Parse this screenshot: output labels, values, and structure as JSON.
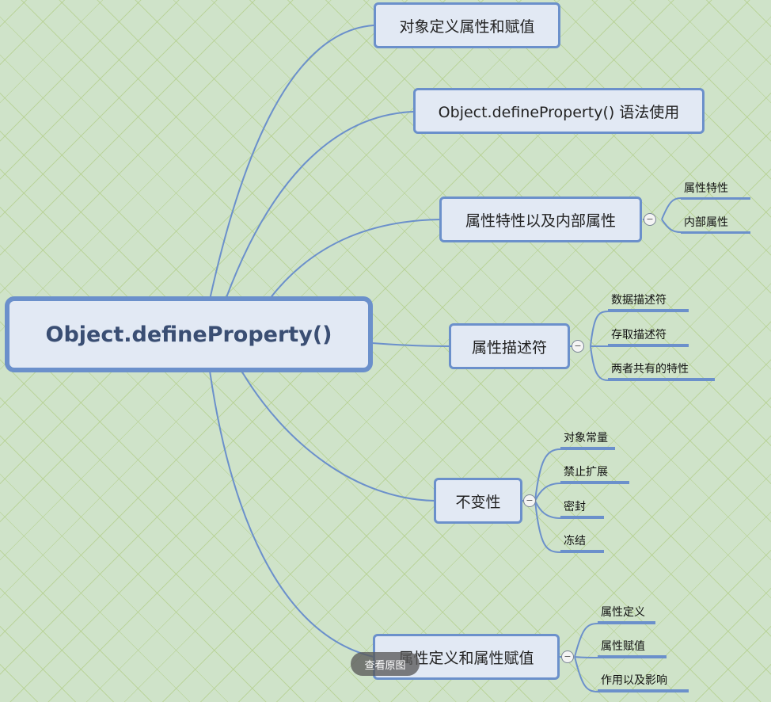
{
  "root": "Object.defineProperty()",
  "branches": [
    {
      "label": "对象定义属性和赋值",
      "children": []
    },
    {
      "label": "Object.defineProperty() 语法使用",
      "children": []
    },
    {
      "label": "属性特性以及内部属性",
      "children": [
        "属性特性",
        "内部属性"
      ]
    },
    {
      "label": "属性描述符",
      "children": [
        "数据描述符",
        "存取描述符",
        "两者共有的特性"
      ]
    },
    {
      "label": "不变性",
      "children": [
        "对象常量",
        "禁止扩展",
        "密封",
        "冻结"
      ]
    },
    {
      "label": "属性定义和属性赋值",
      "children": [
        "属性定义",
        "属性赋值",
        "作用以及影响"
      ]
    }
  ],
  "collapse_symbol": "−",
  "view_original_label": "查看原图",
  "colors": {
    "line": "#6b90cb",
    "node_fill": "#e2e9f4",
    "background": "#cfe3c9"
  }
}
